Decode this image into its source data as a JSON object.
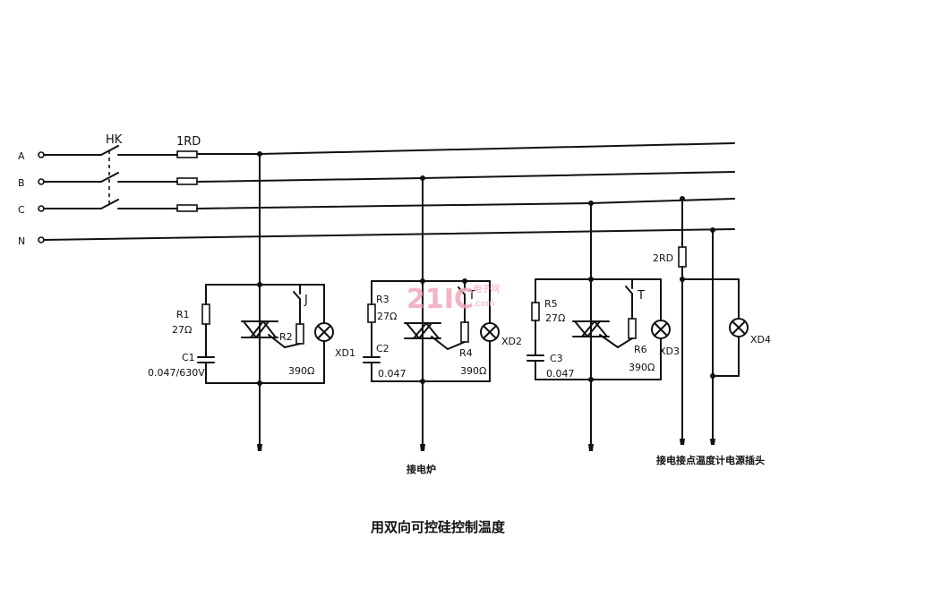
{
  "phases": [
    "A",
    "B",
    "C",
    "N"
  ],
  "switch_label": "HK",
  "fuse_main_label": "1RD",
  "fuse_branch_label": "2RD",
  "branches": [
    {
      "r_snub": "R1",
      "r_snub_value": "27Ω",
      "cap": "C1",
      "cap_value": "0.047/630V",
      "r_lamp": "R2",
      "r_lamp_value": "390Ω",
      "contact": "J",
      "lamp": "XD1"
    },
    {
      "r_snub": "R3",
      "r_snub_value": "27Ω",
      "cap": "C2",
      "cap_value": "0.047",
      "r_lamp": "R4",
      "r_lamp_value": "390Ω",
      "contact": "T",
      "lamp": "XD2"
    },
    {
      "r_snub": "R5",
      "r_snub_value": "27Ω",
      "cap": "C3",
      "cap_value": "0.047",
      "r_lamp": "R6",
      "r_lamp_value": "390Ω",
      "contact": "T",
      "lamp": "XD3"
    }
  ],
  "indicator_lamp": "XD4",
  "label_furnace": "接电炉",
  "label_thermometer": "接电接点温度计电源插头",
  "caption": "用双向可控硅控制温度",
  "watermark": {
    "main": "21IC",
    "top": "电子网",
    "bottom": ".com"
  }
}
